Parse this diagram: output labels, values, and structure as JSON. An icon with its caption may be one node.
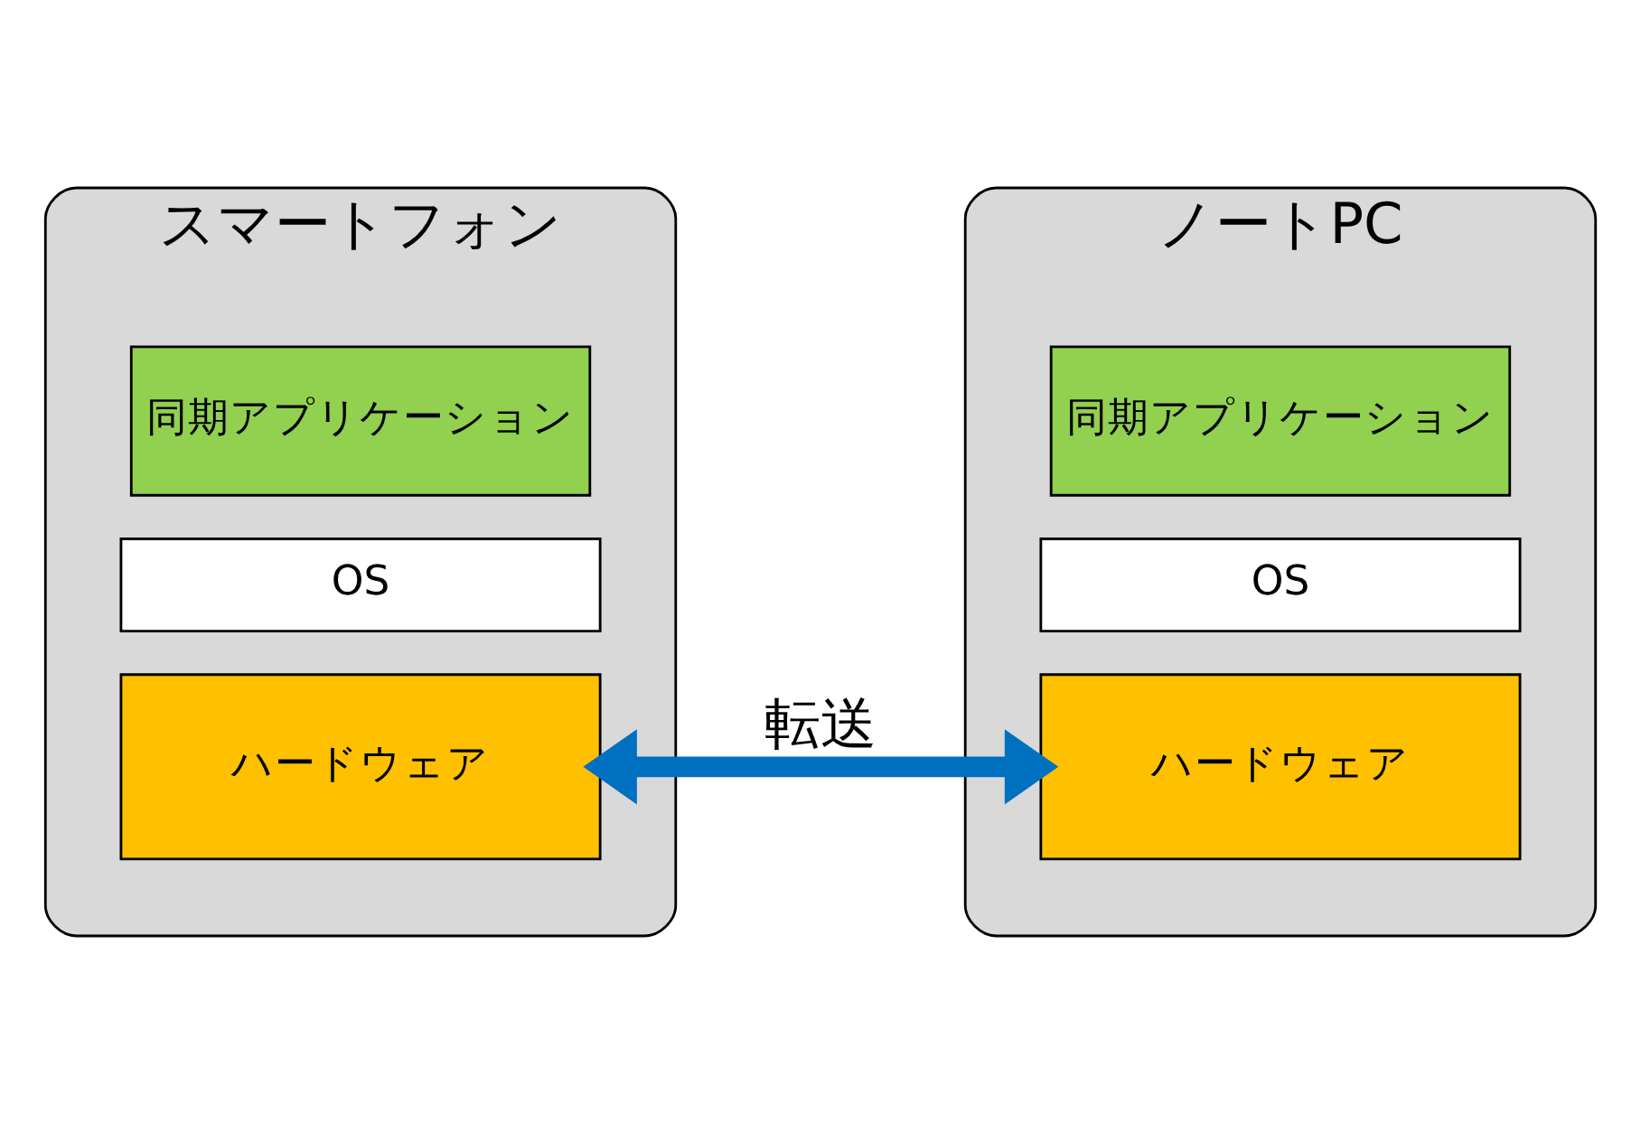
{
  "diagram": {
    "nodes": [
      {
        "text": [
          "スマートフォン"
        ]
      },
      {
        "text": [
          "同期アプリケーション"
        ],
        "in": 0
      },
      {
        "text": [
          "OS"
        ],
        "in": 0
      },
      {
        "text": [
          "ハードウェア"
        ],
        "in": 0
      },
      {
        "text": [
          "ノートPC"
        ]
      },
      {
        "text": [
          "同期アプリケーション"
        ],
        "in": 4
      },
      {
        "text": [
          "OS"
        ],
        "in": 4
      },
      {
        "text": [
          "ハードウェア"
        ],
        "in": 4
      }
    ],
    "edges": [
      {
        "from": 3,
        "to": 7,
        "arrow": "both",
        "label": "転送",
        "color": "#0070c0"
      }
    ]
  }
}
